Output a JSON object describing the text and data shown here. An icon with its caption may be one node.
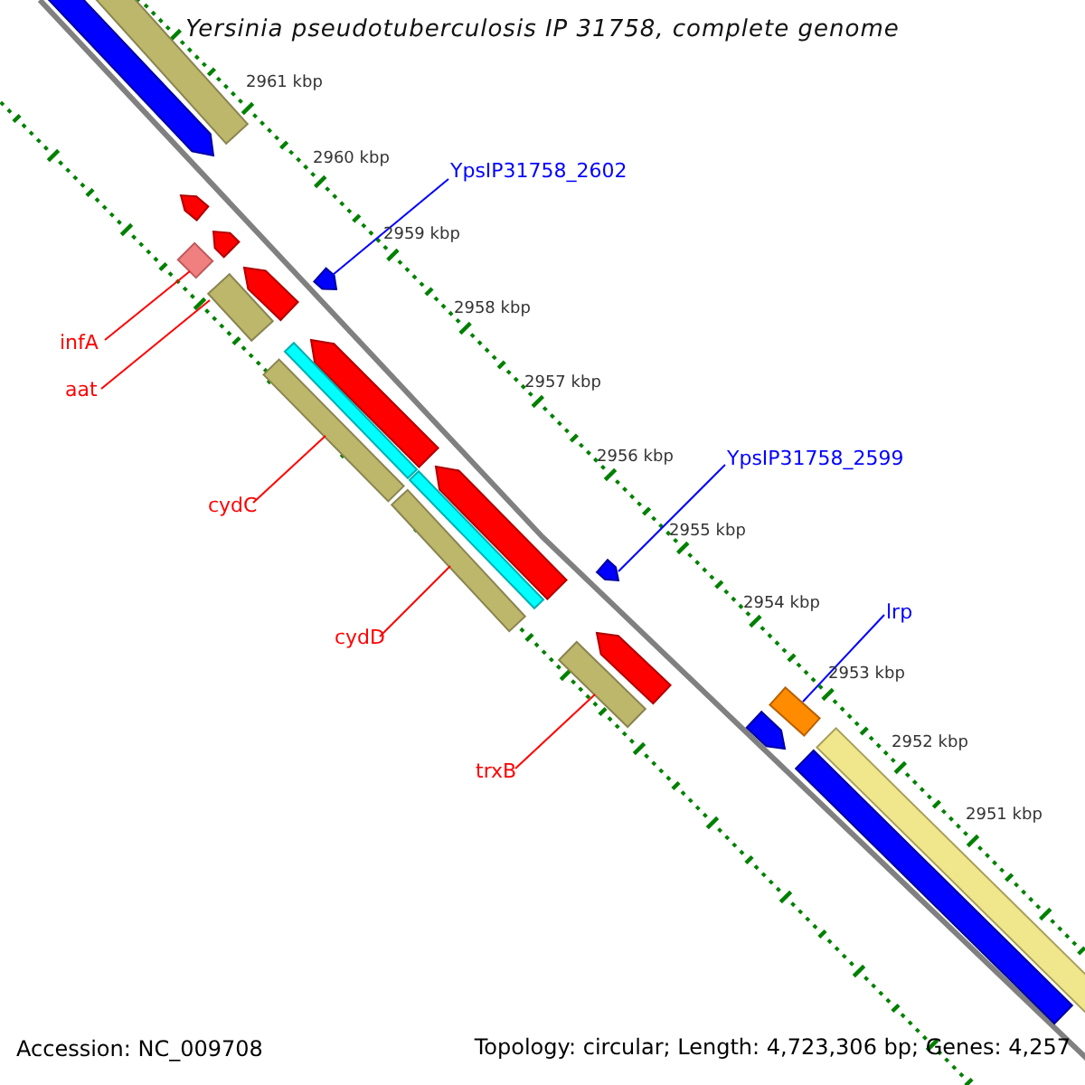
{
  "diagram": {
    "title": "Yersinia pseudotuberculosis IP 31758, complete genome",
    "nodes": [
      {
        "text": [
          "YpsIP31758_2602"
        ]
      },
      {
        "text": [
          "infA"
        ]
      },
      {
        "text": [
          "aat"
        ]
      },
      {
        "text": [
          "YpsIP31758_2599"
        ]
      },
      {
        "text": [
          "cydC"
        ]
      },
      {
        "text": [
          "lrp"
        ]
      },
      {
        "text": [
          "cydD"
        ]
      },
      {
        "text": [
          "trxB"
        ]
      },
      {
        "text": [],
        "shape": "arrow"
      },
      {
        "text": [],
        "shape": "bar"
      },
      {
        "text": [],
        "shape": "arrow"
      },
      {
        "text": [],
        "shape": "diamond"
      },
      {
        "text": [],
        "shape": "arrow"
      },
      {
        "text": [],
        "shape": "box"
      },
      {
        "text": [],
        "shape": "arrow"
      },
      {
        "text": [],
        "shape": "arrow"
      },
      {
        "text": [],
        "shape": "arrow"
      },
      {
        "text": [],
        "shape": "bar"
      },
      {
        "text": [],
        "shape": "bar"
      },
      {
        "text": [],
        "shape": "arrow"
      },
      {
        "text": [],
        "shape": "bar"
      },
      {
        "text": [],
        "shape": "bar"
      },
      {
        "text": [],
        "shape": "arrow"
      },
      {
        "text": [],
        "shape": "arrow"
      },
      {
        "text": [],
        "shape": "box"
      },
      {
        "text": [],
        "shape": "box"
      },
      {
        "text": [],
        "shape": "arrow"
      },
      {
        "text": [],
        "shape": "bar"
      },
      {
        "text": [],
        "shape": "bar"
      }
    ],
    "edges": [
      {
        "from": 0,
        "to": 15,
        "arrow": "none",
        "color": "#0000ff"
      },
      {
        "from": 1,
        "to": 11,
        "arrow": "none"
      },
      {
        "from": 2,
        "to": 13,
        "arrow": "none"
      },
      {
        "from": 3,
        "to": 22,
        "arrow": "none",
        "color": "#0000ff"
      },
      {
        "from": 4,
        "to": 18,
        "arrow": "none"
      },
      {
        "from": 5,
        "to": 25,
        "arrow": "none",
        "color": "#0000ff"
      },
      {
        "from": 6,
        "to": 21,
        "arrow": "none"
      },
      {
        "from": 7,
        "to": 24,
        "arrow": "none"
      }
    ],
    "labels": [
      "2961 kbp",
      "2960 kbp",
      "2959 kbp",
      "2958 kbp",
      "2957 kbp",
      "2956 kbp",
      "2955 kbp",
      "2954 kbp",
      "2953 kbp",
      "2952 kbp",
      "2951 kbp",
      "Accession: NC_009708",
      "Topology: circular; Length: 4,723,306 bp; Genes: 4,257"
    ]
  }
}
